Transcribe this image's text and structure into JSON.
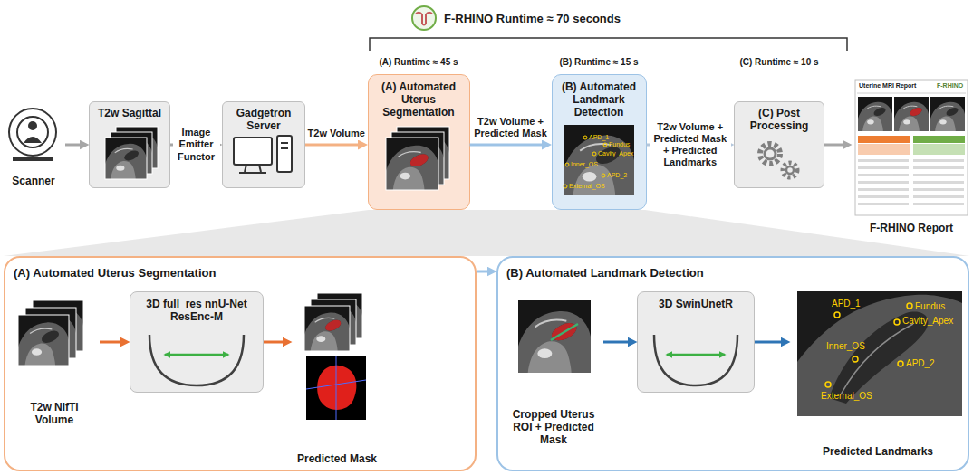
{
  "diagram": {
    "nodes": [
      {
        "text": [
          "Scanner"
        ]
      },
      {
        "text": [
          "T2w Sagittal"
        ]
      },
      {
        "text": [
          "Gadgetron Server"
        ]
      },
      {
        "text": [
          "(A) Automated Uterus Segmentation"
        ]
      },
      {
        "text": [
          "(B) Automated Landmark Detection"
        ]
      },
      {
        "text": [
          "(C) Post Processing"
        ]
      },
      {
        "text": [
          "F-RHINO Report"
        ]
      },
      {
        "text": [
          "(A) Automated Uterus Segmentation"
        ]
      },
      {
        "text": [
          "T2w NifTi Volume"
        ],
        "in": 7
      },
      {
        "text": [
          "3D full_res nnU-Net ResEnc-M"
        ],
        "in": 7
      },
      {
        "text": [
          "Predicted Mask"
        ],
        "in": 7
      },
      {
        "text": [
          "(B) Automated Landmark Detection"
        ]
      },
      {
        "text": [
          "Cropped Uterus ROI + Predicted Mask"
        ],
        "in": 11
      },
      {
        "text": [
          "3D SwinUnetR"
        ],
        "in": 11
      },
      {
        "text": [
          "Predicted Landmarks"
        ],
        "in": 11
      }
    ],
    "edges": [
      {
        "from": 0,
        "to": 1,
        "arrow": "to"
      },
      {
        "from": 1,
        "to": 2,
        "label": "Image Emitter Functor",
        "arrow": "to"
      },
      {
        "from": 2,
        "to": 3,
        "label": "T2w Volume",
        "arrow": "to"
      },
      {
        "from": 3,
        "to": 4,
        "label": "T2w Volume + Predicted Mask",
        "arrow": "to"
      },
      {
        "from": 4,
        "to": 5,
        "label": "T2w Volume + Predicted Mask + Predicted Landmarks",
        "arrow": "to"
      },
      {
        "from": 5,
        "to": 6,
        "arrow": "to"
      },
      {
        "from": 7,
        "to": 11,
        "arrow": "to"
      },
      {
        "from": 8,
        "to": 9,
        "arrow": "to"
      },
      {
        "from": 9,
        "to": 10,
        "arrow": "to"
      },
      {
        "from": 12,
        "to": 13,
        "arrow": "to"
      },
      {
        "from": 13,
        "to": 14,
        "arrow": "to"
      }
    ],
    "labels": [
      "F-RHINO Runtime ≈ 70 seconds",
      "(A) Runtime ≈ 45 s",
      "(B) Runtime ≈ 15 s",
      "(C) Runtime ≈ 10 s",
      "APD_1",
      "Fundus",
      "Cavity_Apex",
      "Inner_OS",
      "APD_2",
      "External_OS",
      "Uterine MRI Report",
      "F-RHINO",
      "APD_1",
      "Fundus",
      "Cavity_Apex",
      "Inner_OS",
      "APD_2",
      "External_OS"
    ]
  }
}
